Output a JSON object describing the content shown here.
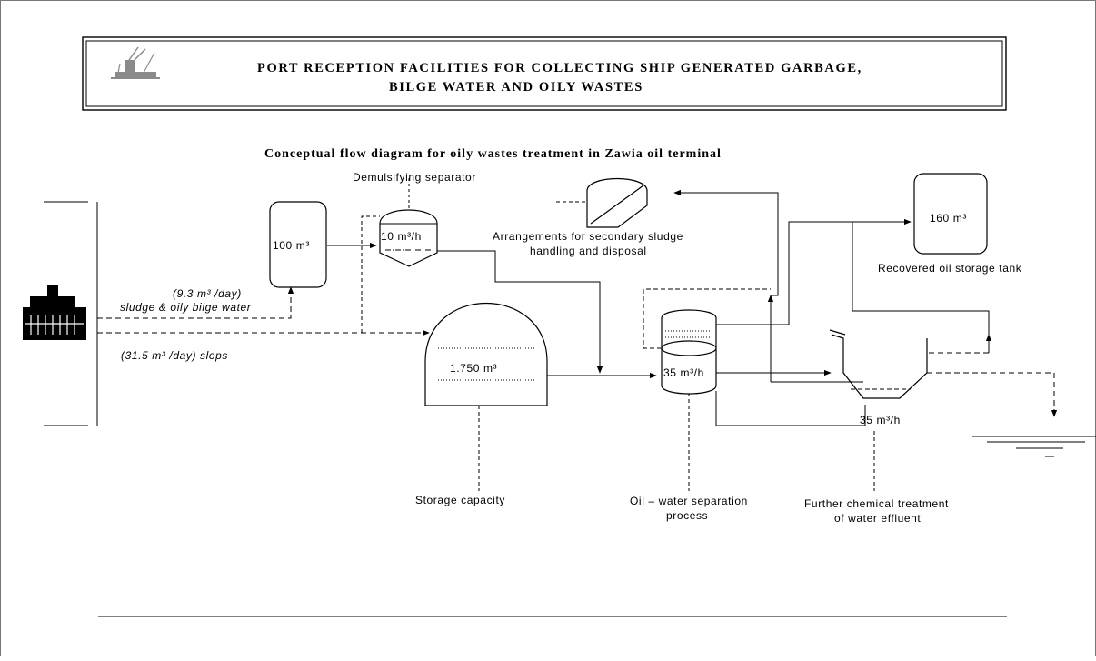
{
  "header": {
    "line1": "PORT RECEPTION FACILITIES FOR COLLECTING SHIP GENERATED  GARBAGE,",
    "line2": "BILGE WATER AND OILY WASTES"
  },
  "diagram": {
    "title": "Conceptual flow diagram for oily wastes treatment in Zawia oil terminal",
    "demulsifier_label": "Demulsifying separator",
    "demulsifier_rate": "10 m³/h",
    "tank_100": "100 m³",
    "sludge_flow_rate": "(9.3 m³ /day)",
    "sludge_flow_desc": "sludge & oily bilge water",
    "slops_flow": "(31.5 m³ /day) slops",
    "storage_volume": "1.750  m³",
    "storage_label": "Storage capacity",
    "sludge_handling_line1": "Arrangements for secondary sludge",
    "sludge_handling_line2": "handling and disposal",
    "separator_rate": "35  m³/h",
    "separator_label_line1": "Oil – water separation",
    "separator_label_line2": "process",
    "recovered_tank_volume": "160 m³",
    "recovered_tank_label": "Recovered oil storage tank",
    "chem_rate": "35  m³/h",
    "chem_label_line1": "Further chemical treatment",
    "chem_label_line2": "of water effluent"
  }
}
